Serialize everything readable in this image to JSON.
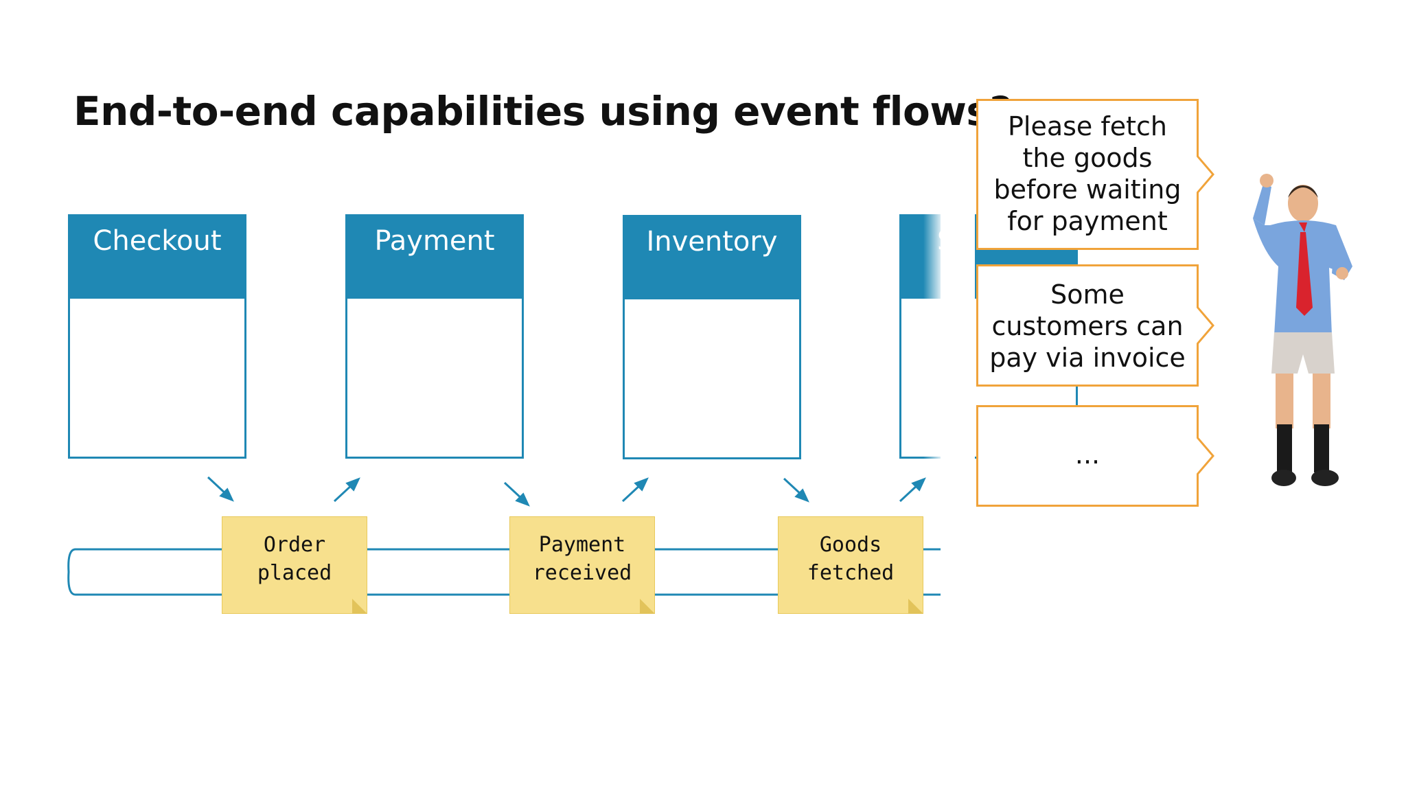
{
  "title": "End-to-end capabilities using event flows?",
  "services": [
    {
      "label": "Checkout"
    },
    {
      "label": "Payment"
    },
    {
      "label": "Inventory"
    },
    {
      "label": "S"
    }
  ],
  "events": [
    {
      "line1": "Order",
      "line2": "placed"
    },
    {
      "line1": "Payment",
      "line2": "received"
    },
    {
      "line1": "Goods",
      "line2": "fetched"
    }
  ],
  "bubbles": [
    {
      "lines": [
        "Please fetch",
        "the goods",
        "before waiting",
        "for payment"
      ]
    },
    {
      "lines": [
        "Some",
        "customers can",
        "pay via invoice"
      ]
    },
    {
      "lines": [
        "..."
      ]
    }
  ],
  "colors": {
    "service_blue": "#1f88b4",
    "sticky_yellow": "#f7e08d",
    "bubble_orange": "#f0a33a"
  }
}
